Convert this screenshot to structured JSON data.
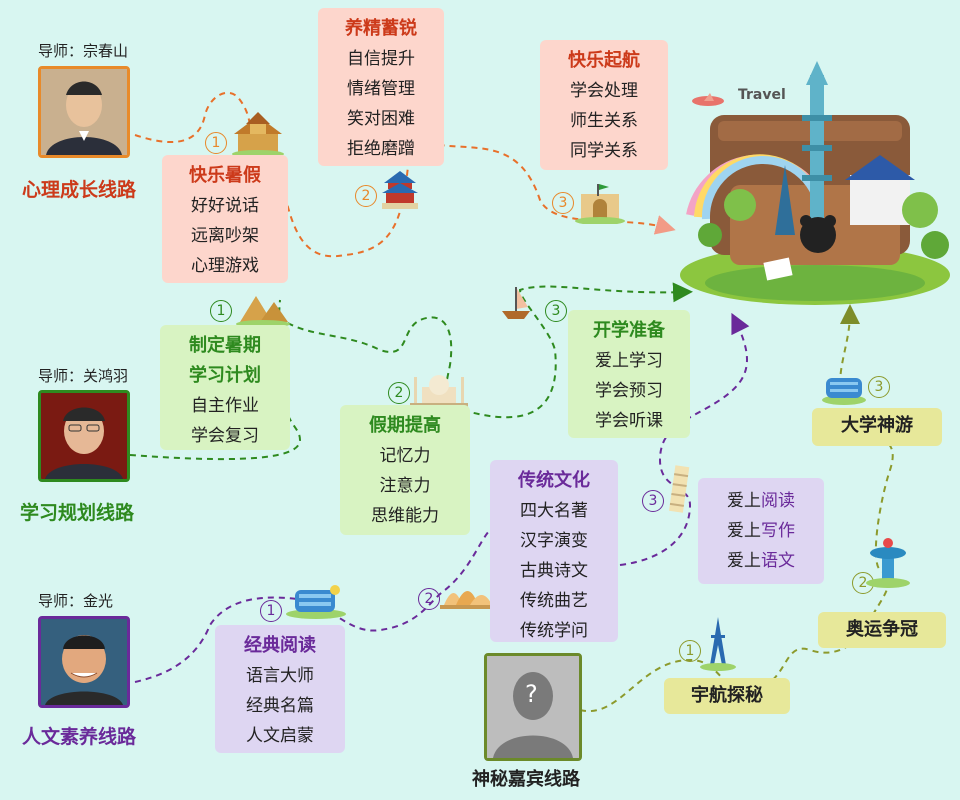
{
  "routes": {
    "psych": {
      "mentor": "导师：宗春山",
      "name": "心理成长线路",
      "color": "#cc3a1a",
      "boxes": [
        {
          "title": "快乐暑假",
          "items": [
            "好好说话",
            "远离吵架",
            "心理游戏"
          ]
        },
        {
          "title": "养精蓄锐",
          "items": [
            "自信提升",
            "情绪管理",
            "笑对困难",
            "拒绝磨蹭"
          ]
        },
        {
          "title": "快乐起航",
          "items": [
            "学会处理",
            "师生关系",
            "同学关系"
          ]
        }
      ],
      "nums": [
        "1",
        "2",
        "3"
      ]
    },
    "study": {
      "mentor": "导师：关鸿羽",
      "name": "学习规划线路",
      "color": "#2e8a1f",
      "boxes": [
        {
          "title_lines": [
            "制定暑期",
            "学习计划"
          ],
          "items": [
            "自主作业",
            "学会复习"
          ]
        },
        {
          "title": "假期提高",
          "items": [
            "记忆力",
            "注意力",
            "思维能力"
          ]
        },
        {
          "title": "开学准备",
          "items": [
            "爱上学习",
            "学会预习",
            "学会听课"
          ]
        }
      ],
      "nums": [
        "1",
        "2",
        "3"
      ]
    },
    "humanities": {
      "mentor": "导师：金光",
      "name": "人文素养线路",
      "color": "#6a2a9a",
      "boxes": [
        {
          "title": "经典阅读",
          "items": [
            "语言大师",
            "经典名篇",
            "人文启蒙"
          ]
        },
        {
          "title": "传统文化",
          "items": [
            "四大名著",
            "汉字演变",
            "古典诗文",
            "传统曲艺",
            "传统学问"
          ]
        },
        {
          "items": [
            "爱上阅读",
            "爱上写作",
            "爱上语文"
          ]
        }
      ],
      "nums": [
        "1",
        "2",
        "3"
      ]
    },
    "mystery": {
      "name": "神秘嘉宾线路",
      "stages": [
        "宇航探秘",
        "奥运争冠",
        "大学神游"
      ],
      "nums": [
        "1",
        "2",
        "3"
      ],
      "avatar_mark": "?"
    }
  },
  "travel_label": "Travel",
  "icons": [
    "castle-icon",
    "temple-icon",
    "gate-icon",
    "sphinx-icon",
    "taj-mahal-icon",
    "boat-icon",
    "opera-house-icon",
    "leaning-tower-icon",
    "eiffel-tower-icon",
    "fountain-icon",
    "stadium-icon",
    "airplane-icon"
  ]
}
